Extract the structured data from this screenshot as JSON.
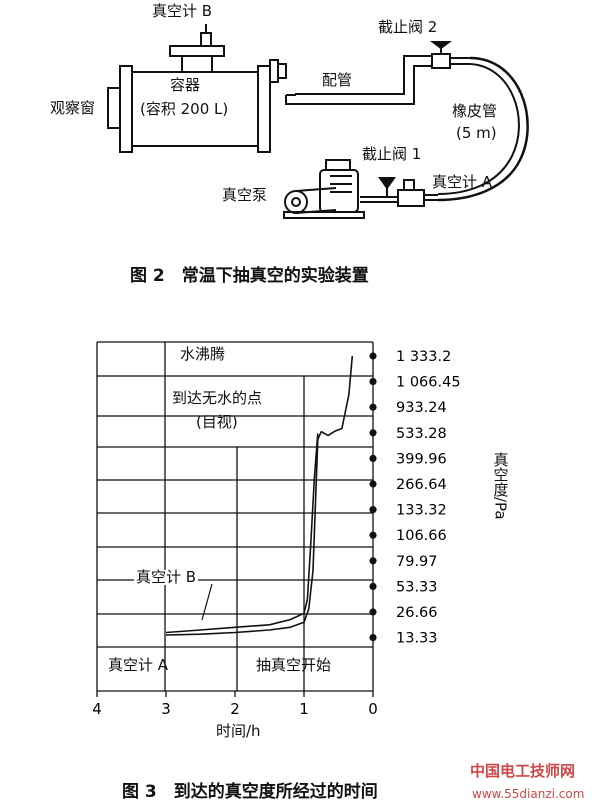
{
  "figure2": {
    "labels": {
      "gauge_b": "真空计 B",
      "valve2": "截止阀 2",
      "vessel": "容器",
      "vessel_volume": "(容积 200 L)",
      "window": "观察窗",
      "pipe": "配管",
      "hose": "橡皮管",
      "hose_length": "(5 m)",
      "valve1": "截止阀 1",
      "gauge_a": "真空计 A",
      "pump": "真空泵"
    },
    "caption": "图 2　常温下抽真空的实验装置"
  },
  "figure3": {
    "caption": "图 3　到达的真空度所经过的时间",
    "annotations": {
      "boiling": "水沸腾",
      "no_water_1": "到达无水的点",
      "no_water_2": "(目视)",
      "gauge_b": "真空计 B",
      "gauge_a": "真空计 A",
      "start": "抽真空开始"
    }
  },
  "watermark": {
    "text": "中国电工技师网",
    "url": "www.55dianzi.com"
  },
  "chart_data": {
    "type": "line",
    "xlabel": "时间/h",
    "ylabel": "真空度/Pa",
    "x_ticks": [
      "4",
      "3",
      "2",
      "1",
      "0"
    ],
    "xlim": [
      4,
      0
    ],
    "y_ticks": [
      "13.33",
      "26.66",
      "53.33",
      "79.97",
      "106.66",
      "133.32",
      "266.64",
      "399.96",
      "533.28",
      "933.24",
      "1 066.45",
      "1 333.2"
    ],
    "series": [
      {
        "name": "真空计 A",
        "x": [
          3.0,
          2.5,
          2.0,
          1.5,
          1.2,
          1.0,
          0.93,
          0.87,
          0.83,
          0.8,
          0.75,
          0.65,
          0.55,
          0.45,
          0.35,
          0.3
        ],
        "y": [
          "14.7",
          "15.1",
          "16.0",
          "17.3",
          "18.7",
          "21.3",
          "30",
          "70",
          "200",
          "500",
          "550",
          "520",
          "560",
          "600",
          "1000",
          "1 333.2"
        ]
      },
      {
        "name": "真空计 B",
        "x": [
          3.0,
          2.5,
          2.0,
          1.5,
          1.2,
          1.0,
          0.95,
          0.9,
          0.85,
          0.8
        ],
        "y": [
          "16.0",
          "17.3",
          "18.7",
          "20.0",
          "22.7",
          "26.0",
          "40",
          "100",
          "300",
          "530"
        ]
      }
    ]
  }
}
